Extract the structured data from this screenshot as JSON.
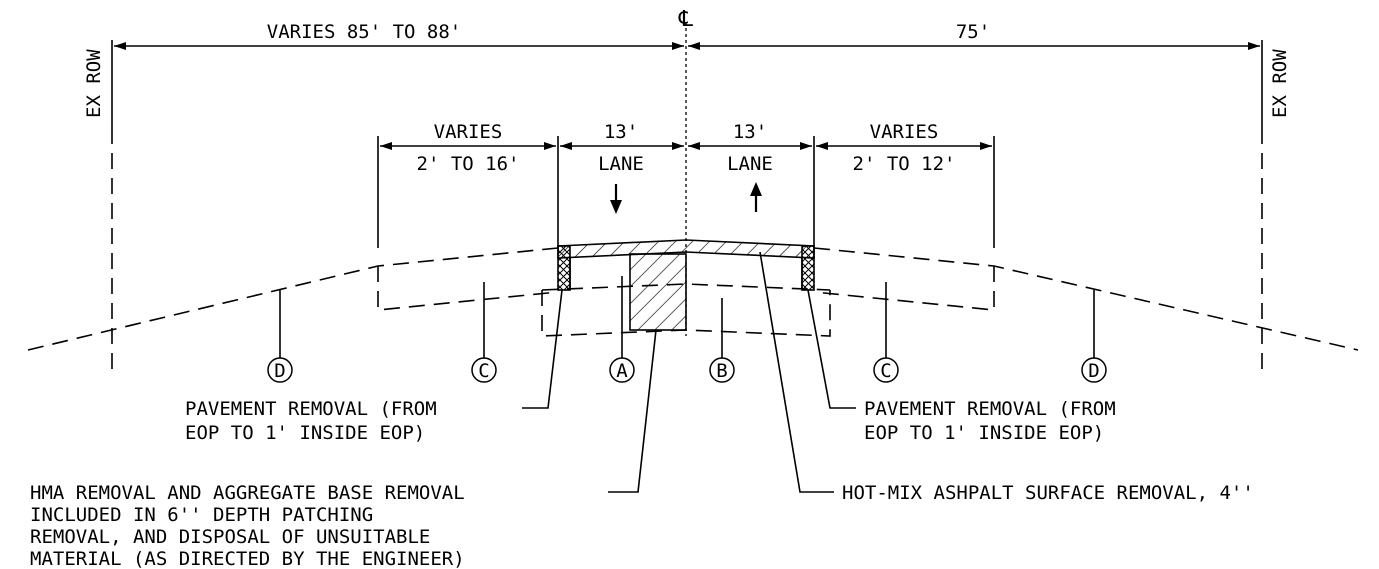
{
  "centerline_symbol": "℄",
  "dimensions": {
    "left_total": "VARIES 85' TO 88'",
    "right_total": "75'",
    "left_shoulder_top": "VARIES",
    "left_shoulder_bottom": "2' TO 16'",
    "left_lane_width": "13'",
    "left_lane_label": "LANE",
    "right_lane_width": "13'",
    "right_lane_label": "LANE",
    "right_shoulder_top": "VARIES",
    "right_shoulder_bottom": "2' TO 12'"
  },
  "row_labels": {
    "left": "EX ROW",
    "right": "EX ROW"
  },
  "zones": {
    "d_left": "D",
    "c_left": "C",
    "a": "A",
    "b": "B",
    "c_right": "C",
    "d_right": "D"
  },
  "callouts": {
    "pavement_left": [
      "PAVEMENT REMOVAL (FROM",
      "EOP TO 1' INSIDE EOP)"
    ],
    "pavement_right": [
      "PAVEMENT REMOVAL (FROM",
      "EOP TO 1' INSIDE EOP)"
    ],
    "hma_removal": [
      "HMA REMOVAL AND AGGREGATE BASE REMOVAL",
      "INCLUDED IN 6'' DEPTH PATCHING",
      "REMOVAL, AND DISPOSAL OF UNSUITABLE",
      "MATERIAL (AS DIRECTED BY THE ENGINEER)"
    ],
    "hot_mix": "HOT-MIX ASHPALT SURFACE REMOVAL, 4''"
  },
  "colors": {
    "line": "#000000",
    "background": "#ffffff"
  }
}
